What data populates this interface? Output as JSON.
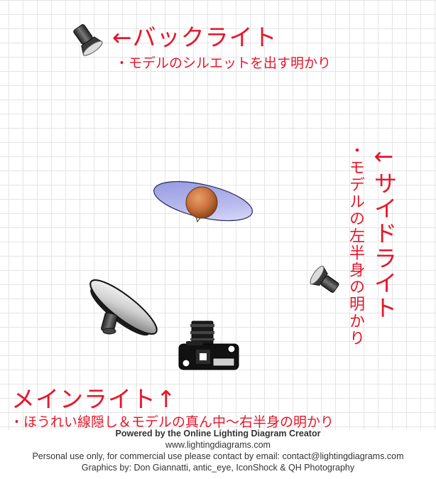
{
  "annotations": {
    "back_light": {
      "title": "←バックライト",
      "desc": "・モデルのシルエットを出す明かり"
    },
    "side_light": {
      "title": "←サイドライト",
      "desc": "・モデルの左半身の明かり"
    },
    "main_light": {
      "title": "メインライト↑",
      "desc": "・ほうれい線隠し＆モデルの真ん中〜右半身の明かり"
    }
  },
  "footer": {
    "line1": "Powered by the Online Lighting Diagram Creator",
    "line2": "www.lightingdiagrams.com",
    "line3": "Personal use only, for commercial use please contact by email: contact@lightingdiagrams.com",
    "line4": "Graphics by: Don Giannatti, antic_eye, IconShock & QH Photography"
  },
  "colors": {
    "annotation": "#e6162a",
    "grid": "#e4e4e4",
    "subject_body": "#a9abe8",
    "subject_head": "#c8703a"
  }
}
